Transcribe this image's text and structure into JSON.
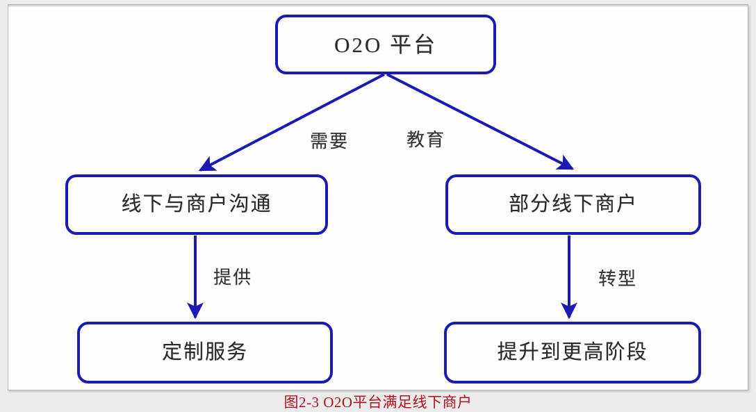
{
  "figure": {
    "caption": "图2-3 O2O平台满足线下商户",
    "caption_color": "#b51020",
    "node_border_color": "#1b1bb4",
    "panel_background": "#fdfdfd",
    "page_background": "#ececec"
  },
  "diagram": {
    "type": "flowchart",
    "nodes": [
      {
        "id": "root",
        "label": "O2O 平台"
      },
      {
        "id": "offline",
        "label": "线下与商户沟通"
      },
      {
        "id": "merchants",
        "label": "部分线下商户"
      },
      {
        "id": "custom",
        "label": "定制服务"
      },
      {
        "id": "upgrade",
        "label": "提升到更高阶段"
      }
    ],
    "edges": [
      {
        "from": "root",
        "to": "offline",
        "label": "需要"
      },
      {
        "from": "root",
        "to": "merchants",
        "label": "教育"
      },
      {
        "from": "offline",
        "to": "custom",
        "label": "提供"
      },
      {
        "from": "merchants",
        "to": "upgrade",
        "label": "转型"
      }
    ]
  }
}
